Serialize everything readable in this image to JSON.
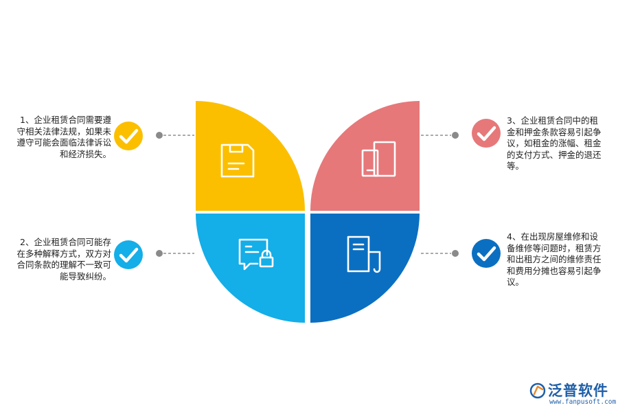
{
  "items": [
    {
      "text_lines": [
        "1、企业租赁合同需要遵",
        "守相关法律法规，如果未",
        "遵守可能会面临法律诉讼",
        "和经济损失。"
      ],
      "color": "#fbbf00",
      "icon": "save-document-icon"
    },
    {
      "text_lines": [
        "2、企业租赁合同可能存",
        "在多种解释方式，双方对",
        "合同条款的理解不一致可",
        "能导致纠纷。"
      ],
      "color": "#14aee8",
      "icon": "locked-message-icon"
    },
    {
      "text_lines": [
        "3、企业租赁合同中的租",
        "金和押金条款容易引起争",
        "议，如租金的涨幅、租金",
        "的支付方式、押金的退还",
        "等。"
      ],
      "color": "#e6787a",
      "icon": "devices-icon"
    },
    {
      "text_lines": [
        "4、在出现房屋维修和设",
        "备维修等问题时，租赁方",
        "和出租方之间的维修责任",
        "和费用分摊也容易引起争",
        "议。"
      ],
      "color": "#0b6fc1",
      "icon": "file-icon"
    }
  ],
  "logo": {
    "name": "泛普软件",
    "url": "www.fanpusoft.com",
    "color": "#1f5fa8"
  }
}
